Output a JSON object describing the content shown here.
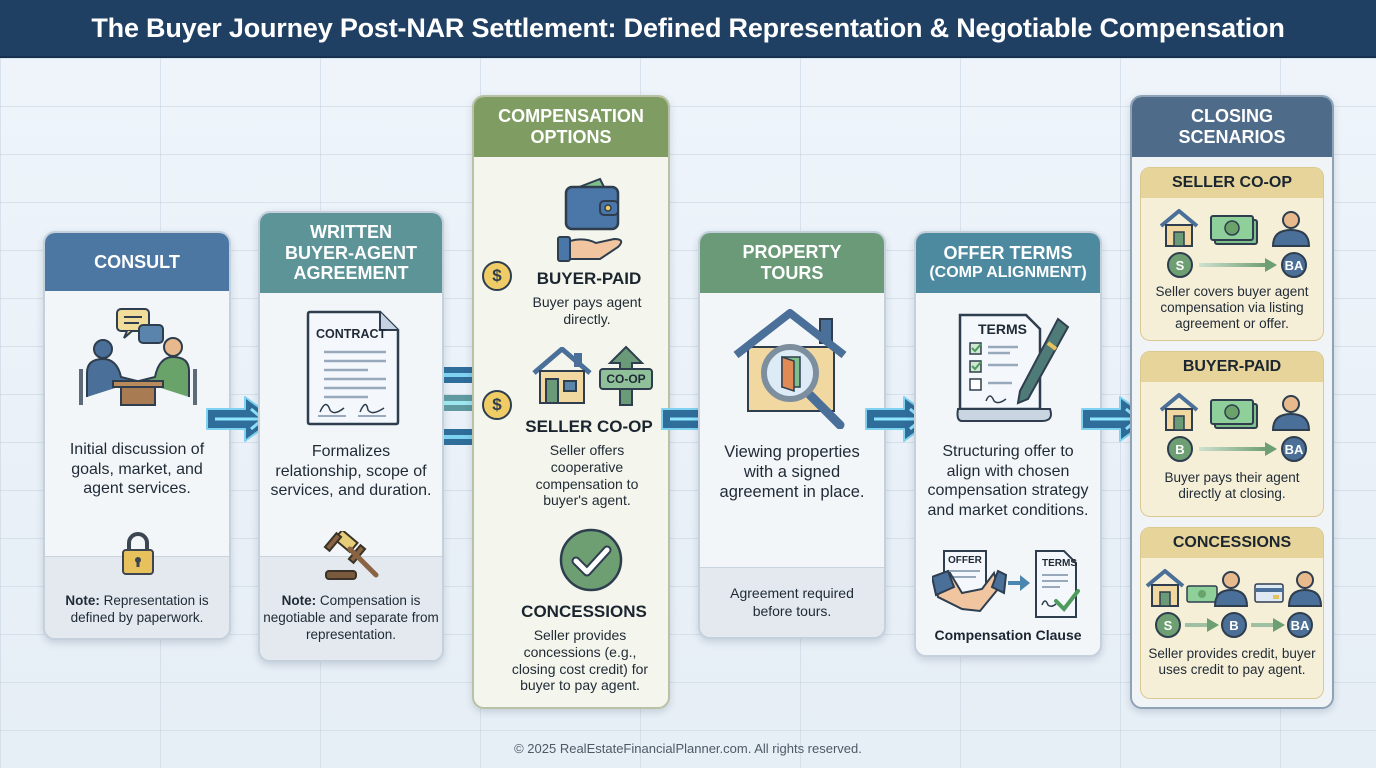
{
  "title": "The Buyer Journey Post-NAR Settlement: Defined Representation & Negotiable Compensation",
  "colors": {
    "title_bar": "#1f3f63",
    "consult": "#4d77a3",
    "agreement": "#5c9498",
    "compensation": "#7f9c63",
    "tours": "#6a9a77",
    "offer": "#4d8aa0",
    "closing": "#4e6b89",
    "scenario_head": "#e6d49a",
    "arrow": "#3d7fb0"
  },
  "steps": {
    "consult": {
      "title": "CONSULT",
      "icon": "meeting-handshake-icon",
      "description": "Initial discussion of goals, market, and agent services.",
      "note_icon": "padlock-icon",
      "note_label": "Note:",
      "note_text": " Representation is defined by paperwork."
    },
    "agreement": {
      "title_lines": [
        "WRITTEN",
        "BUYER-AGENT",
        "AGREEMENT"
      ],
      "icon": "contract-icon",
      "icon_label": "CONTRACT",
      "description": "Formalizes relationship, scope of services, and duration.",
      "note_icon": "gavel-icon",
      "note_label": "Note:",
      "note_text": " Compensation is negotiable and separate from representation."
    },
    "compensation": {
      "title_lines": [
        "COMPENSATION",
        "OPTIONS"
      ],
      "options": [
        {
          "title": "BUYER-PAID",
          "description": "Buyer pays agent directly.",
          "icon": "wallet-hand-icon"
        },
        {
          "title": "SELLER CO-OP",
          "description": "Seller offers cooperative compensation to buyer's agent.",
          "icon": "house-coop-sign-icon",
          "sign_label": "CO-OP"
        },
        {
          "title": "CONCESSIONS",
          "description": "Seller provides concessions (e.g., closing cost credit) for buyer to pay agent.",
          "icon": "checkmark-circle-icon"
        }
      ],
      "coin_symbol": "$"
    },
    "tours": {
      "title_lines": [
        "PROPERTY",
        "TOURS"
      ],
      "icon": "house-magnifier-icon",
      "description": "Viewing properties with a signed agreement in place.",
      "note_text": "Agreement required before tours."
    },
    "offer": {
      "title_lines": [
        "OFFER TERMS",
        "(COMP ALIGNMENT)"
      ],
      "icon": "terms-document-pen-icon",
      "icon_label": "TERMS",
      "description": "Structuring offer to align with chosen compensation strategy and market conditions.",
      "mini_offer_label": "OFFER",
      "mini_terms_label": "TERMS",
      "caption": "Compensation Clause"
    },
    "closing": {
      "title_lines": [
        "CLOSING",
        "SCENARIOS"
      ],
      "scenarios": [
        {
          "title": "SELLER CO-OP",
          "flow": [
            "S",
            "BA"
          ],
          "description": "Seller covers buyer agent compensation via listing agreement or offer."
        },
        {
          "title": "BUYER-PAID",
          "flow": [
            "B",
            "BA"
          ],
          "description": "Buyer pays their agent directly at closing."
        },
        {
          "title": "CONCESSIONS",
          "flow": [
            "S",
            "B",
            "BA"
          ],
          "description": "Seller provides credit, buyer uses credit to pay agent."
        }
      ]
    }
  },
  "footer": "© 2025 RealEstateFinancialPlanner.com. All rights reserved."
}
